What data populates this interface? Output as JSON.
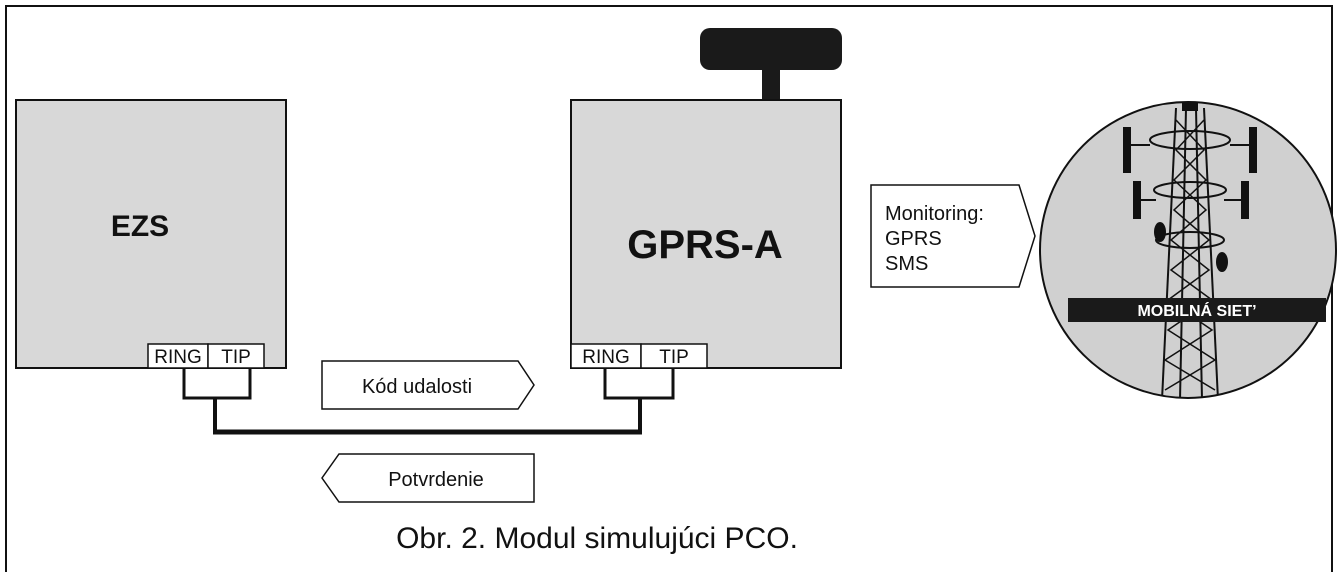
{
  "panels": {
    "ezs": {
      "title": "EZS",
      "terminals": [
        "RING",
        "TIP"
      ]
    },
    "gprs": {
      "title": "GPRS-A",
      "terminals": [
        "RING",
        "TIP"
      ]
    }
  },
  "signals": {
    "event_code": "Kód udalosti",
    "acknowledge": "Potvrdenie"
  },
  "monitoring": {
    "heading": "Monitoring:",
    "channels": [
      "GPRS",
      "SMS"
    ]
  },
  "network": {
    "label": "MOBILNÁ SIET’"
  },
  "caption": "Obr. 2. Modul simulujúci PCO.",
  "colors": {
    "panel_fill": "#d8d8d8",
    "line": "#111111",
    "banner": "#1a1a1a",
    "banner_text": "#ffffff"
  }
}
